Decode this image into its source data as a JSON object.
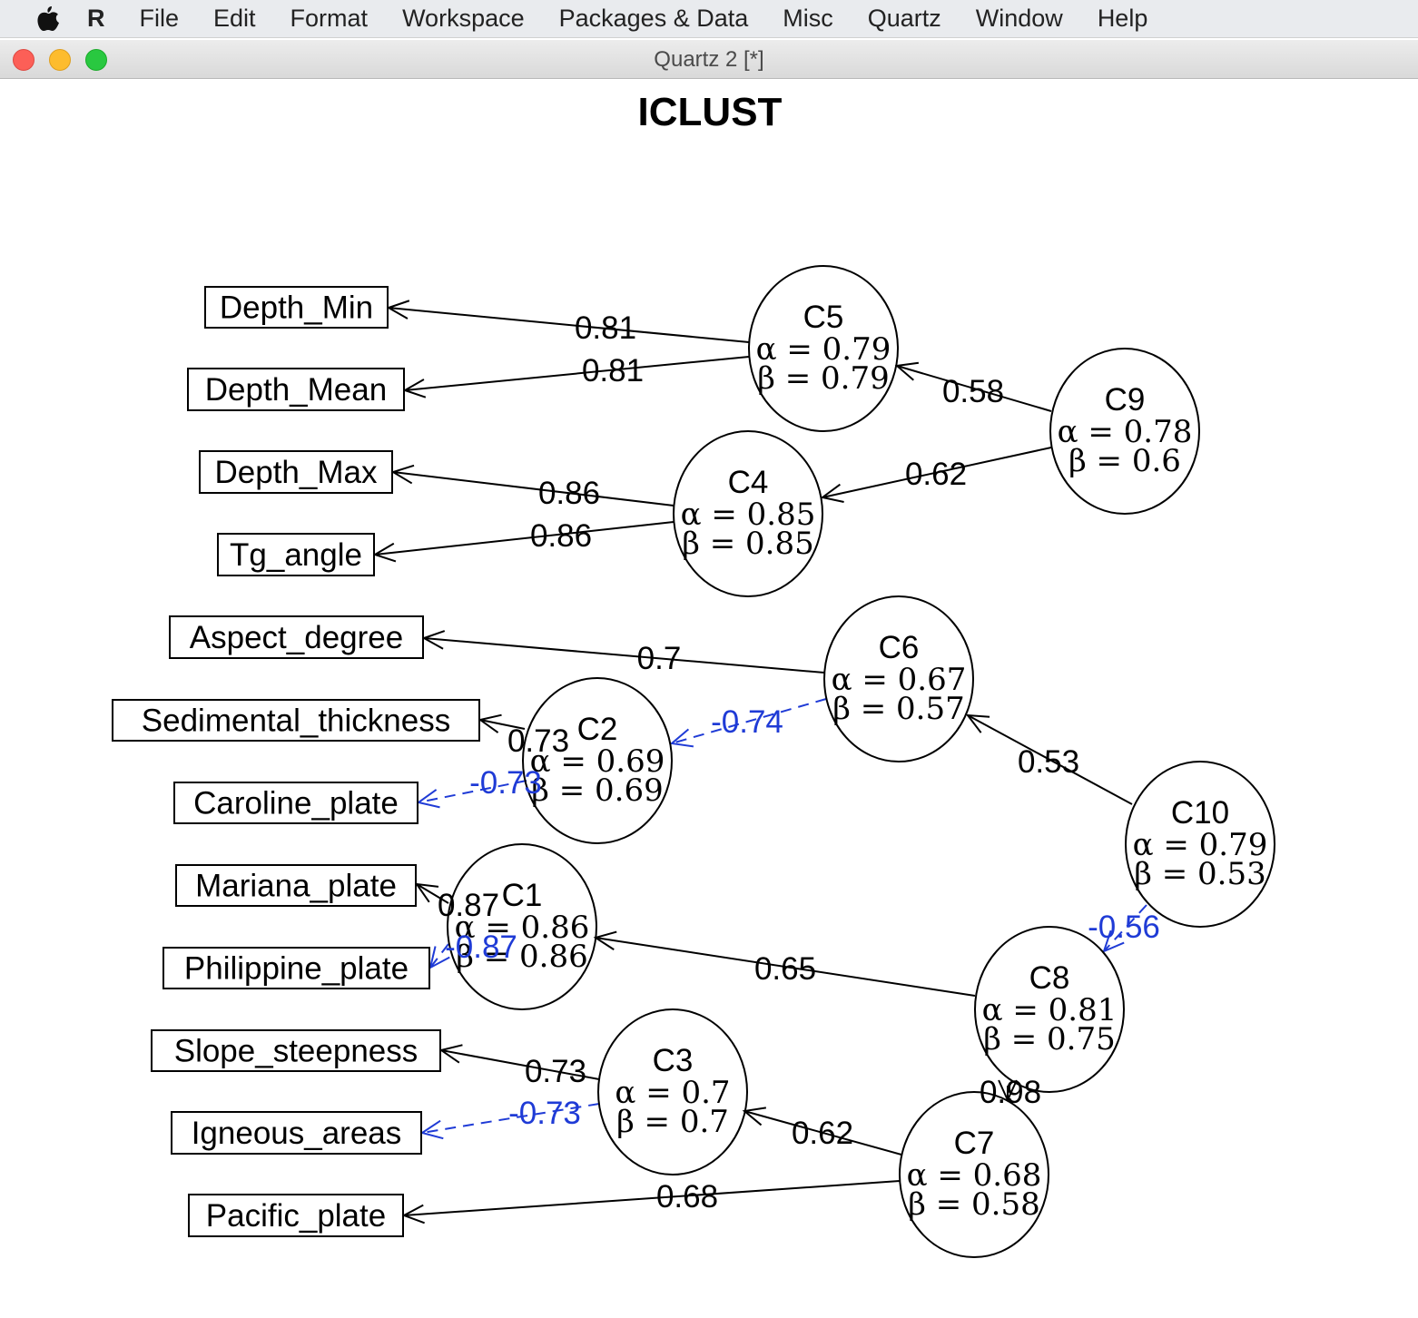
{
  "menubar": {
    "apple_icon": "apple-logo-icon",
    "items": [
      "R",
      "File",
      "Edit",
      "Format",
      "Workspace",
      "Packages & Data",
      "Misc",
      "Quartz",
      "Window",
      "Help"
    ]
  },
  "window": {
    "title": "Quartz 2 [*]",
    "controls": [
      "close",
      "minimize",
      "zoom"
    ]
  },
  "plot": {
    "title": "ICLUST",
    "items": [
      "Depth_Min",
      "Depth_Mean",
      "Depth_Max",
      "Tg_angle",
      "Aspect_degree",
      "Sedimental_thickness",
      "Caroline_plate",
      "Mariana_plate",
      "Philippine_plate",
      "Slope_steepness",
      "Igneous_areas",
      "Pacific_plate"
    ],
    "clusters": [
      {
        "name": "C1",
        "alpha": "α = 0.86",
        "beta": "β = 0.86"
      },
      {
        "name": "C2",
        "alpha": "α = 0.69",
        "beta": "β = 0.69"
      },
      {
        "name": "C3",
        "alpha": "α = 0.7",
        "beta": "β = 0.7"
      },
      {
        "name": "C4",
        "alpha": "α = 0.85",
        "beta": "β = 0.85"
      },
      {
        "name": "C5",
        "alpha": "α = 0.79",
        "beta": "β = 0.79"
      },
      {
        "name": "C6",
        "alpha": "α = 0.67",
        "beta": "β = 0.57"
      },
      {
        "name": "C7",
        "alpha": "α = 0.68",
        "beta": "β = 0.58"
      },
      {
        "name": "C8",
        "alpha": "α = 0.81",
        "beta": "β = 0.75"
      },
      {
        "name": "C9",
        "alpha": "α = 0.78",
        "beta": "β = 0.6"
      },
      {
        "name": "C10",
        "alpha": "α = 0.79",
        "beta": "β = 0.53"
      }
    ],
    "edges": [
      {
        "from": "C5",
        "to": "Depth_Min",
        "label": "0.81",
        "negative": false
      },
      {
        "from": "C5",
        "to": "Depth_Mean",
        "label": "0.81",
        "negative": false
      },
      {
        "from": "C9",
        "to": "C5",
        "label": "0.58",
        "negative": false
      },
      {
        "from": "C9",
        "to": "C4",
        "label": "0.62",
        "negative": false
      },
      {
        "from": "C4",
        "to": "Depth_Max",
        "label": "0.86",
        "negative": false
      },
      {
        "from": "C4",
        "to": "Tg_angle",
        "label": "0.86",
        "negative": false
      },
      {
        "from": "C6",
        "to": "Aspect_degree",
        "label": "0.7",
        "negative": false
      },
      {
        "from": "C6",
        "to": "C2",
        "label": "-0.74",
        "negative": true
      },
      {
        "from": "C10",
        "to": "C6",
        "label": "0.53",
        "negative": false
      },
      {
        "from": "C2",
        "to": "Sedimental_thickness",
        "label": "0.73",
        "negative": false
      },
      {
        "from": "C2",
        "to": "Caroline_plate",
        "label": "-0.73",
        "negative": true
      },
      {
        "from": "C1",
        "to": "Mariana_plate",
        "label": "0.87",
        "negative": false
      },
      {
        "from": "C1",
        "to": "Philippine_plate",
        "label": "-0.87",
        "negative": true
      },
      {
        "from": "C10",
        "to": "C8",
        "label": "-0.56",
        "negative": true
      },
      {
        "from": "C8",
        "to": "C1",
        "label": "0.65",
        "negative": false
      },
      {
        "from": "C8",
        "to": "C7",
        "label": "0.98",
        "negative": false
      },
      {
        "from": "C3",
        "to": "Slope_steepness",
        "label": "0.73",
        "negative": false
      },
      {
        "from": "C3",
        "to": "Igneous_areas",
        "label": "-0.73",
        "negative": true
      },
      {
        "from": "C7",
        "to": "C3",
        "label": "0.62",
        "negative": false
      },
      {
        "from": "C7",
        "to": "Pacific_plate",
        "label": "0.68",
        "negative": false
      }
    ],
    "colors": {
      "positive": "#000000",
      "negative": "#1f3bd6"
    }
  }
}
